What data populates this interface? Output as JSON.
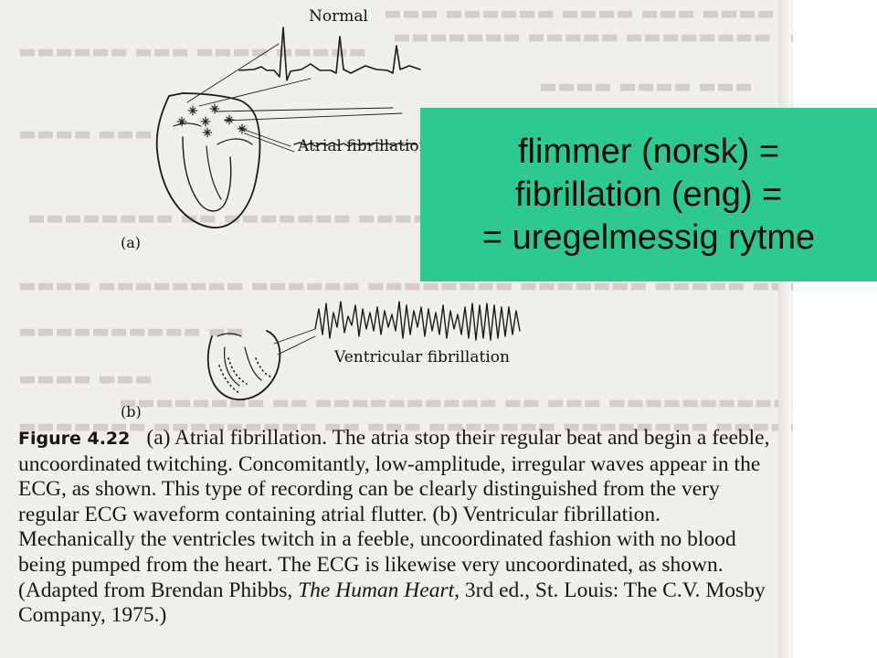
{
  "figure": {
    "labels": {
      "normal": "Normal",
      "atrial": "Atrial fibrillation",
      "ventricular": "Ventricular fibrillation",
      "panel_a": "(a)",
      "panel_b": "(b)"
    },
    "caption": {
      "figure_number": "Figure 4.22",
      "part1": "(a) Atrial fibrillation. The atria stop their regular beat and begin a feeble, uncoordinated twitching. Concomitantly, low-amplitude, irregular waves appear in the ECG, as shown. This type of recording can be clearly distinguished from the very regular ECG waveform containing atrial flutter. (b) Ventricular fibrillation. Mechanically the ventricles twitch in a feeble, uncoordinated fashion with no blood being pumped from the heart. The ECG is likewise very uncoordinated, as shown. (Adapted from Brendan Phibbs, ",
      "book_title": "The Human Heart",
      "part2": ", 3rd ed., St. Louis: The C.V. Mosby Company, 1975.)"
    }
  },
  "callout": {
    "line1": "flimmer (norsk) =",
    "line2": "fibrillation (eng) =",
    "line3": "= uregelmessig rytme",
    "color": "#2ec98e"
  },
  "colors": {
    "page": "#f1efe9",
    "ink": "#161616"
  }
}
